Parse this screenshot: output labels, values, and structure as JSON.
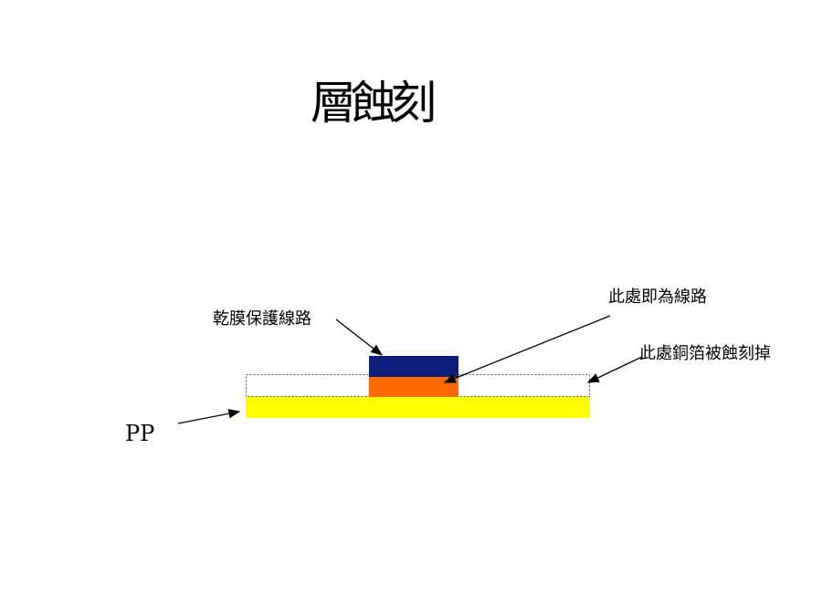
{
  "title": "層蝕刻",
  "labels": {
    "dry_film": "乾膜保護線路",
    "circuit": "此處即為線路",
    "etched_copper": "此處銅箔被蝕刻掉",
    "pp": "PP"
  },
  "colors": {
    "dry_film": "#0a1e7a",
    "copper": "#ff6a00",
    "pp_layer": "#ffff00",
    "etched_outline": "#555555"
  }
}
